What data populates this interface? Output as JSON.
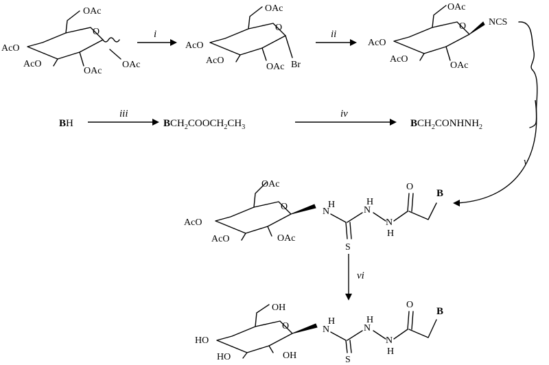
{
  "labels": {
    "oac": "OAc",
    "aco": "AcO",
    "ncs": "NCS",
    "br": "Br",
    "ho": "HO",
    "oh": "OH",
    "o": "O",
    "h": "H",
    "n": "N",
    "s": "S",
    "b": "B"
  },
  "reagents": {
    "step1": "i",
    "step2": "ii",
    "step3": "iii",
    "step4": "iv",
    "step5": "v",
    "step6": "vi"
  },
  "formulas": {
    "bh_b": "B",
    "bh_h": "H",
    "ester_b": "B",
    "ester_rest": "CH",
    "ester_2": "2",
    "ester_coo": "COOCH",
    "ester_2b": "2",
    "ester_ch3": "CH",
    "ester_3": "3",
    "hyd_b": "B",
    "hyd_rest": "CH",
    "hyd_2": "2",
    "hyd_conh": "CONHNH",
    "hyd_2b": "2"
  }
}
